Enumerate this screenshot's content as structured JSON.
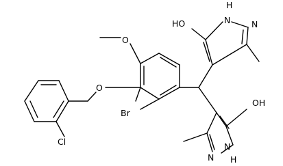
{
  "molecule": {
    "labels": {
      "hydroxy_top": "HO",
      "nh_top": "H",
      "n_top_nh": "N",
      "n_top_ring": "N",
      "oh_bottom": "OH",
      "nh_bottom": "H",
      "n_bottom_nh": "N",
      "n_bottom_ring": "N",
      "bromine": "Br",
      "chlorine": "Cl",
      "ether_oxygen": "O",
      "methoxy_oxygen": "O"
    }
  }
}
